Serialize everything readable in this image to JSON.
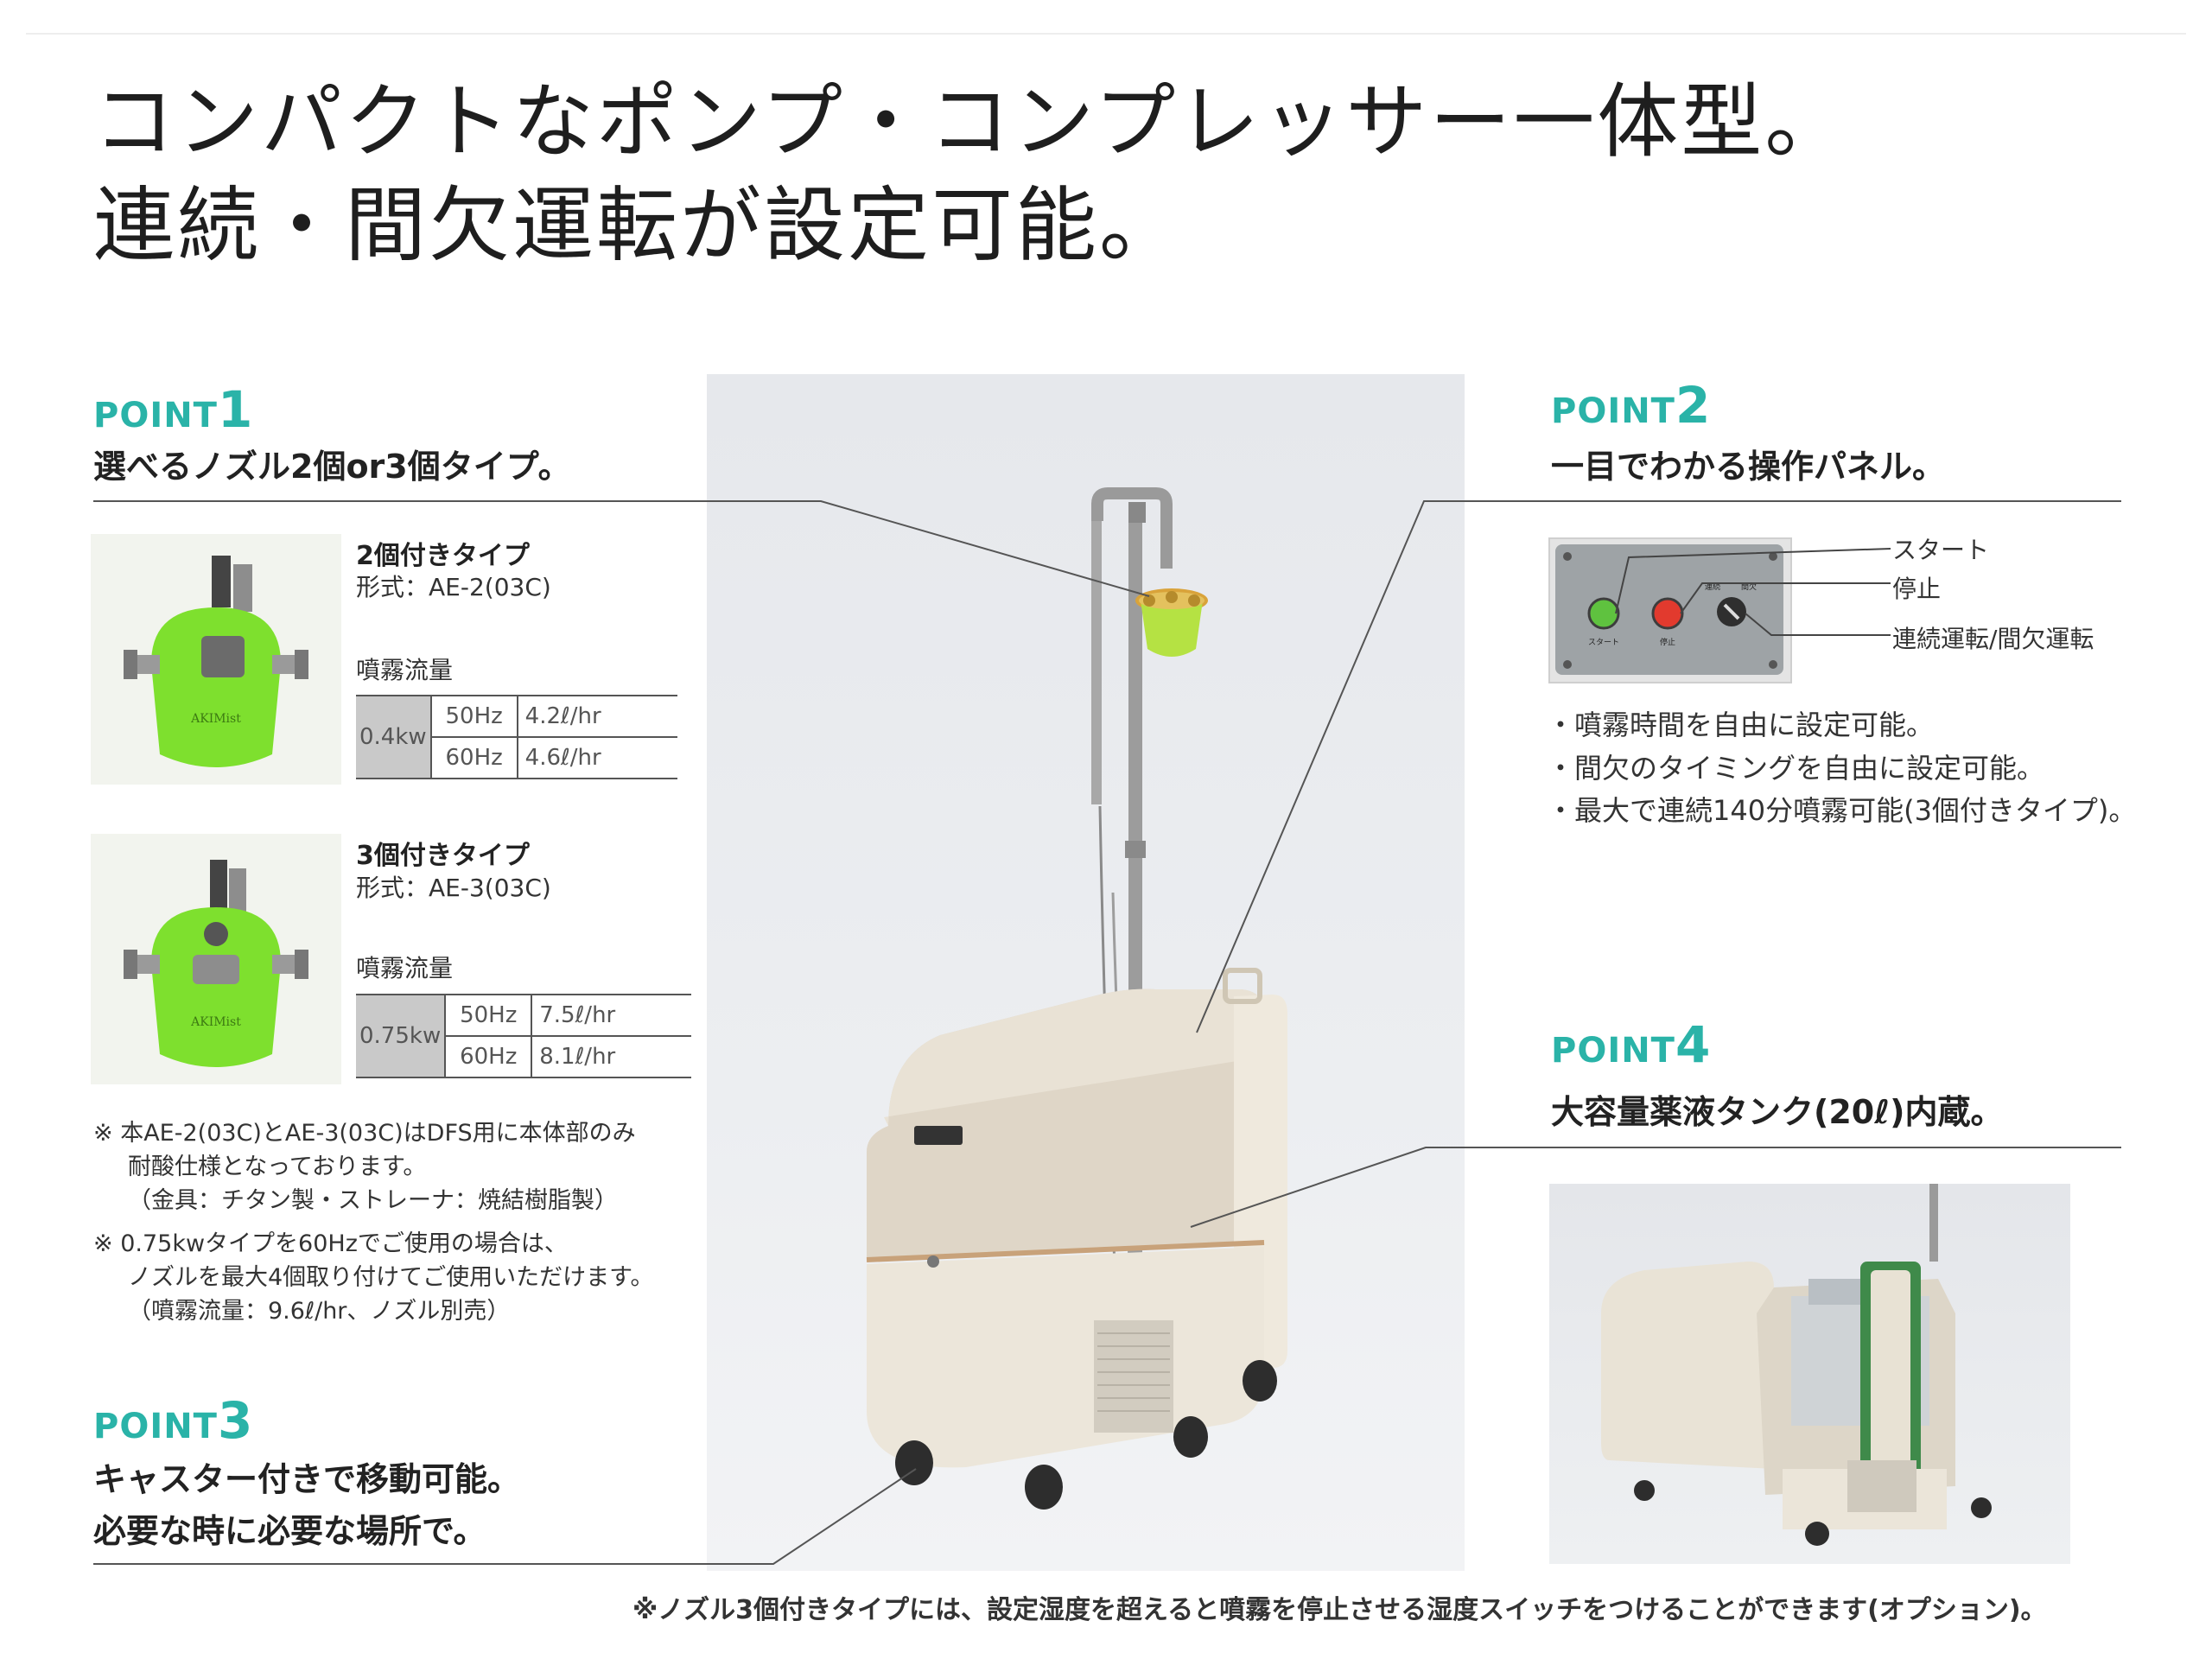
{
  "headline": {
    "line1": "コンパクトなポンプ・コンプレッサー一体型。",
    "line2": "連続・間欠運転が設定可能。"
  },
  "point1": {
    "tag_word": "POINT",
    "tag_num": "1",
    "title": "選べるノズル2個or3個タイプ。",
    "types": [
      {
        "name": "2個付きタイプ",
        "model": "形式：AE-2(03C)",
        "flow_label": "噴霧流量",
        "kw": "0.4kw",
        "rows": [
          {
            "hz": "50Hz",
            "value": "4.2ℓ/hr"
          },
          {
            "hz": "60Hz",
            "value": "4.6ℓ/hr"
          }
        ]
      },
      {
        "name": "3個付きタイプ",
        "model": "形式：AE-3(03C)",
        "flow_label": "噴霧流量",
        "kw": "0.75kw",
        "rows": [
          {
            "hz": "50Hz",
            "value": "7.5ℓ/hr"
          },
          {
            "hz": "60Hz",
            "value": "8.1ℓ/hr"
          }
        ]
      }
    ],
    "notes": [
      [
        "※ 本AE-2(03C)とAE-3(03C)はDFS用に本体部のみ",
        "耐酸仕様となっております。",
        "（金具：チタン製・ストレーナ：焼結樹脂製）"
      ],
      [
        "※ 0.75kwタイプを60Hzでご使用の場合は、",
        "ノズルを最大4個取り付けてご使用いただけます。",
        "（噴霧流量：9.6ℓ/hr、ノズル別売）"
      ]
    ]
  },
  "point2": {
    "tag_word": "POINT",
    "tag_num": "2",
    "title": "一目でわかる操作パネル。",
    "panel_labels": [
      "スタート",
      "停止",
      "連続運転/間欠運転"
    ],
    "panel_small": {
      "start": "スタート",
      "stop": "停止",
      "mode1": "連続",
      "mode2": "間欠"
    },
    "bullets": [
      "・噴霧時間を自由に設定可能。",
      "・間欠のタイミングを自由に設定可能。",
      "・最大で連続140分噴霧可能(3個付きタイプ)。"
    ]
  },
  "point3": {
    "tag_word": "POINT",
    "tag_num": "3",
    "title_line1": "キャスター付きで移動可能。",
    "title_line2": "必要な時に必要な場所で。"
  },
  "point4": {
    "tag_word": "POINT",
    "tag_num": "4",
    "title": "大容量薬液タンク(20ℓ)内蔵。"
  },
  "nozzle_brand": "AKIMist",
  "footnote": "※ノズル3個付きタイプには、設定湿度を超えると噴霧を停止させる湿度スイッチをつけることができます(オプション)。",
  "colors": {
    "accent": "#2ab3a8",
    "body_cream": "#e6dccb",
    "nozzle_green": "#7ee02e"
  }
}
